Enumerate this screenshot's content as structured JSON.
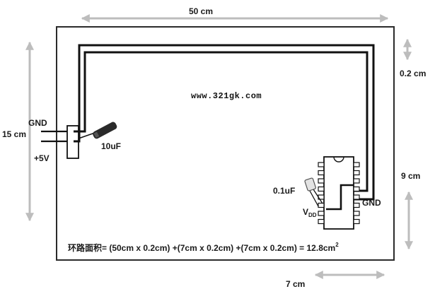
{
  "labels": {
    "width_50": "50 cm",
    "spacing_02": "0.2 cm",
    "watermark": "www.321gk.com",
    "gnd_left": "GND",
    "height_15": "15 cm",
    "plus5v": "+5V",
    "cap_10uF": "10uF",
    "height_9": "9 cm",
    "cap_01uF": "0.1uF",
    "vdd_main": "V",
    "vdd_sub": "DD",
    "gnd_right": "GND",
    "width_7": "7 cm"
  },
  "formula": {
    "text": "环路面积= (50cm x 0.2cm) +(7cm x 0.2cm) +(7cm x 0.2cm) = 12.8cm",
    "sup": "2"
  },
  "colors": {
    "frame": "#2b2b2b",
    "wire": "#111111",
    "arrow": "#bdbdbd"
  }
}
